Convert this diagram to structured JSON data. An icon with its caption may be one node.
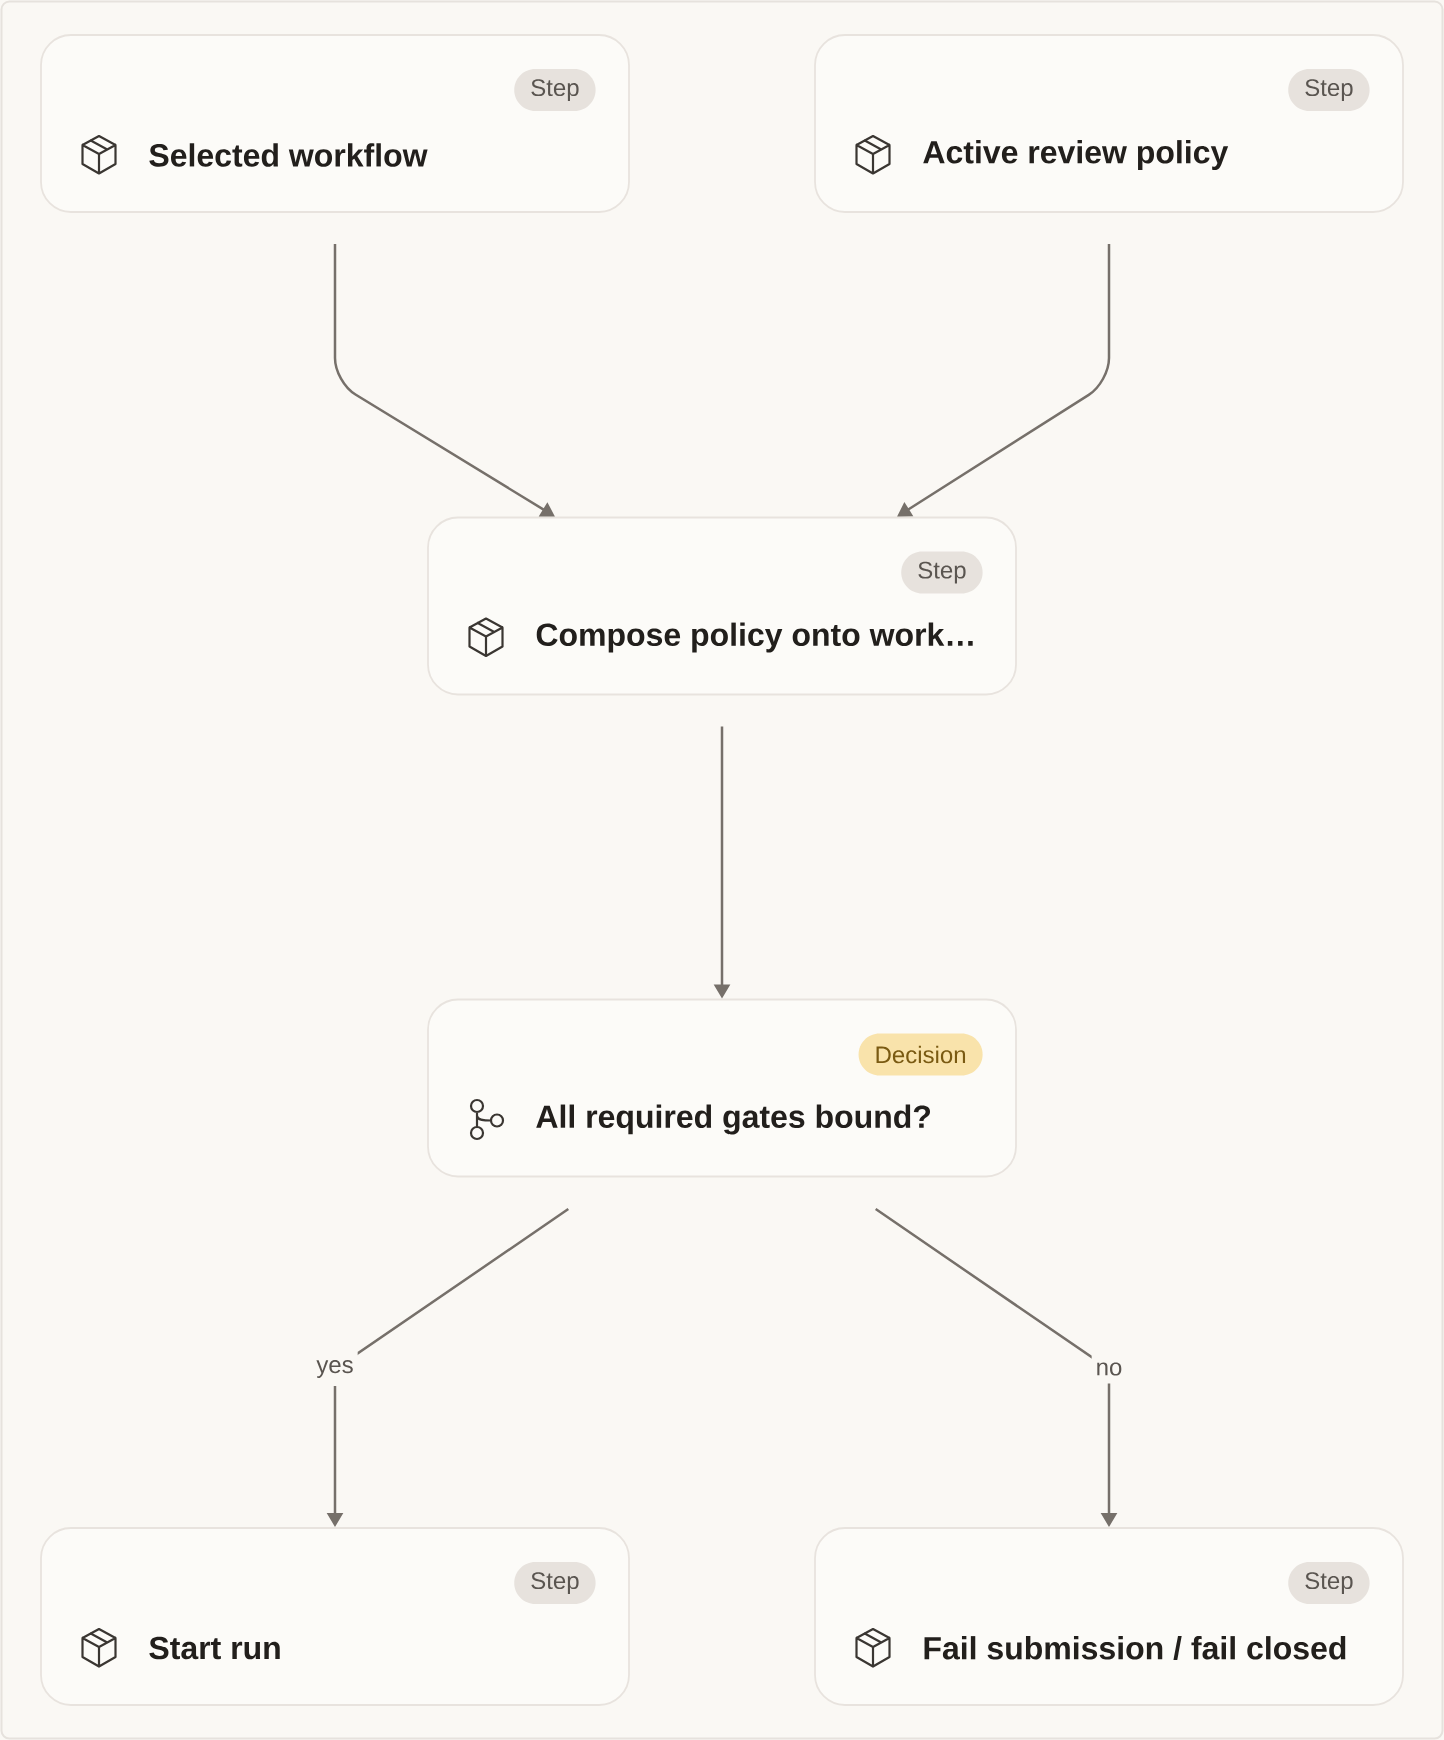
{
  "diagram": {
    "nodes": [
      {
        "text": [
          "Step",
          "Selected workflow"
        ]
      },
      {
        "text": [
          "Step",
          "Active review policy"
        ]
      },
      {
        "text": [
          "Step",
          "Compose policy onto work…"
        ]
      },
      {
        "text": [
          "Decision",
          "All required gates bound?"
        ]
      },
      {
        "text": [
          "Step",
          "Start run"
        ]
      },
      {
        "text": [
          "Step",
          "Fail submission / fail closed"
        ]
      }
    ],
    "edges": [
      {
        "from": 0,
        "to": 2,
        "arrow": "to"
      },
      {
        "from": 1,
        "to": 2,
        "arrow": "to"
      },
      {
        "from": 2,
        "to": 3,
        "arrow": "to"
      },
      {
        "from": 3,
        "to": 4,
        "arrow": "to",
        "label": "yes"
      },
      {
        "from": 3,
        "to": 5,
        "arrow": "to",
        "label": "no"
      }
    ]
  }
}
